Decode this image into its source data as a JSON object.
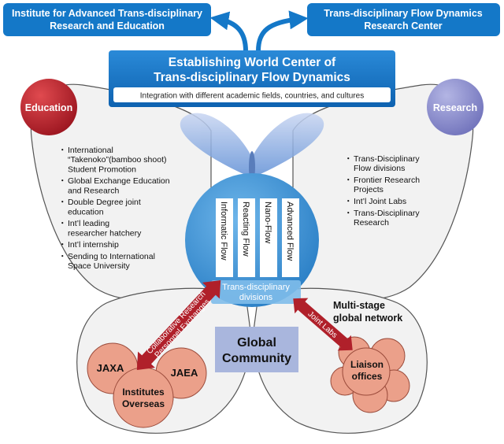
{
  "top_boxes": {
    "left": [
      "Institute for Advanced Trans-disciplinary",
      "Research and Education"
    ],
    "right": [
      "Trans-disciplinary Flow Dynamics",
      "Research Center"
    ]
  },
  "banner": {
    "title": [
      "Establishing World Center of",
      "Trans-disciplinary Flow Dynamics"
    ],
    "subtitle": "Integration with different academic fields, countries, and cultures"
  },
  "education": {
    "badge": "Education",
    "items": [
      [
        "International",
        "“Takenoko”(bamboo shoot)",
        "Student Promotion"
      ],
      [
        "Global Exchange Education",
        "and Research"
      ],
      [
        "Double Degree joint",
        "education"
      ],
      [
        "Int’l leading",
        "researcher hatchery"
      ],
      [
        "Int’l internship"
      ],
      [
        "Sending to International",
        "Space University"
      ]
    ]
  },
  "research": {
    "badge": "Research",
    "items": [
      [
        "Trans-Disciplinary",
        "Flow divisions"
      ],
      [
        "Frontier Research",
        "Projects"
      ],
      [
        "Int’l Joint Labs"
      ],
      [
        "Trans-Disciplinary",
        "Research"
      ]
    ]
  },
  "center": {
    "flows": [
      "Informatic Flow",
      "Reacting Flow",
      "Nano-Flow",
      "Advanced Flow"
    ],
    "divisions": [
      "Trans-disciplinary",
      "divisions"
    ]
  },
  "left_arrow": [
    "Collaborative Research",
    "Personnel Exchanges"
  ],
  "right_arrow": "Joint Labs",
  "global_community": [
    "Global",
    "Community"
  ],
  "network": [
    "Multi-stage",
    "global network"
  ],
  "orgs": {
    "jaxa": "JAXA",
    "jaea": "JAEA",
    "overseas": [
      "Institutes",
      "Overseas"
    ],
    "liaison": [
      "Liaison",
      "offices"
    ]
  },
  "colors": {
    "blue_box": "#1478c8",
    "education": "#b0202a",
    "research": "#8a8cc8",
    "circle_blue": "#3a8fd0",
    "salmon": "#eba08a",
    "arrow_red": "#b0202a",
    "wing": "#f2f2f2",
    "community_box": "#a9b6dd"
  }
}
